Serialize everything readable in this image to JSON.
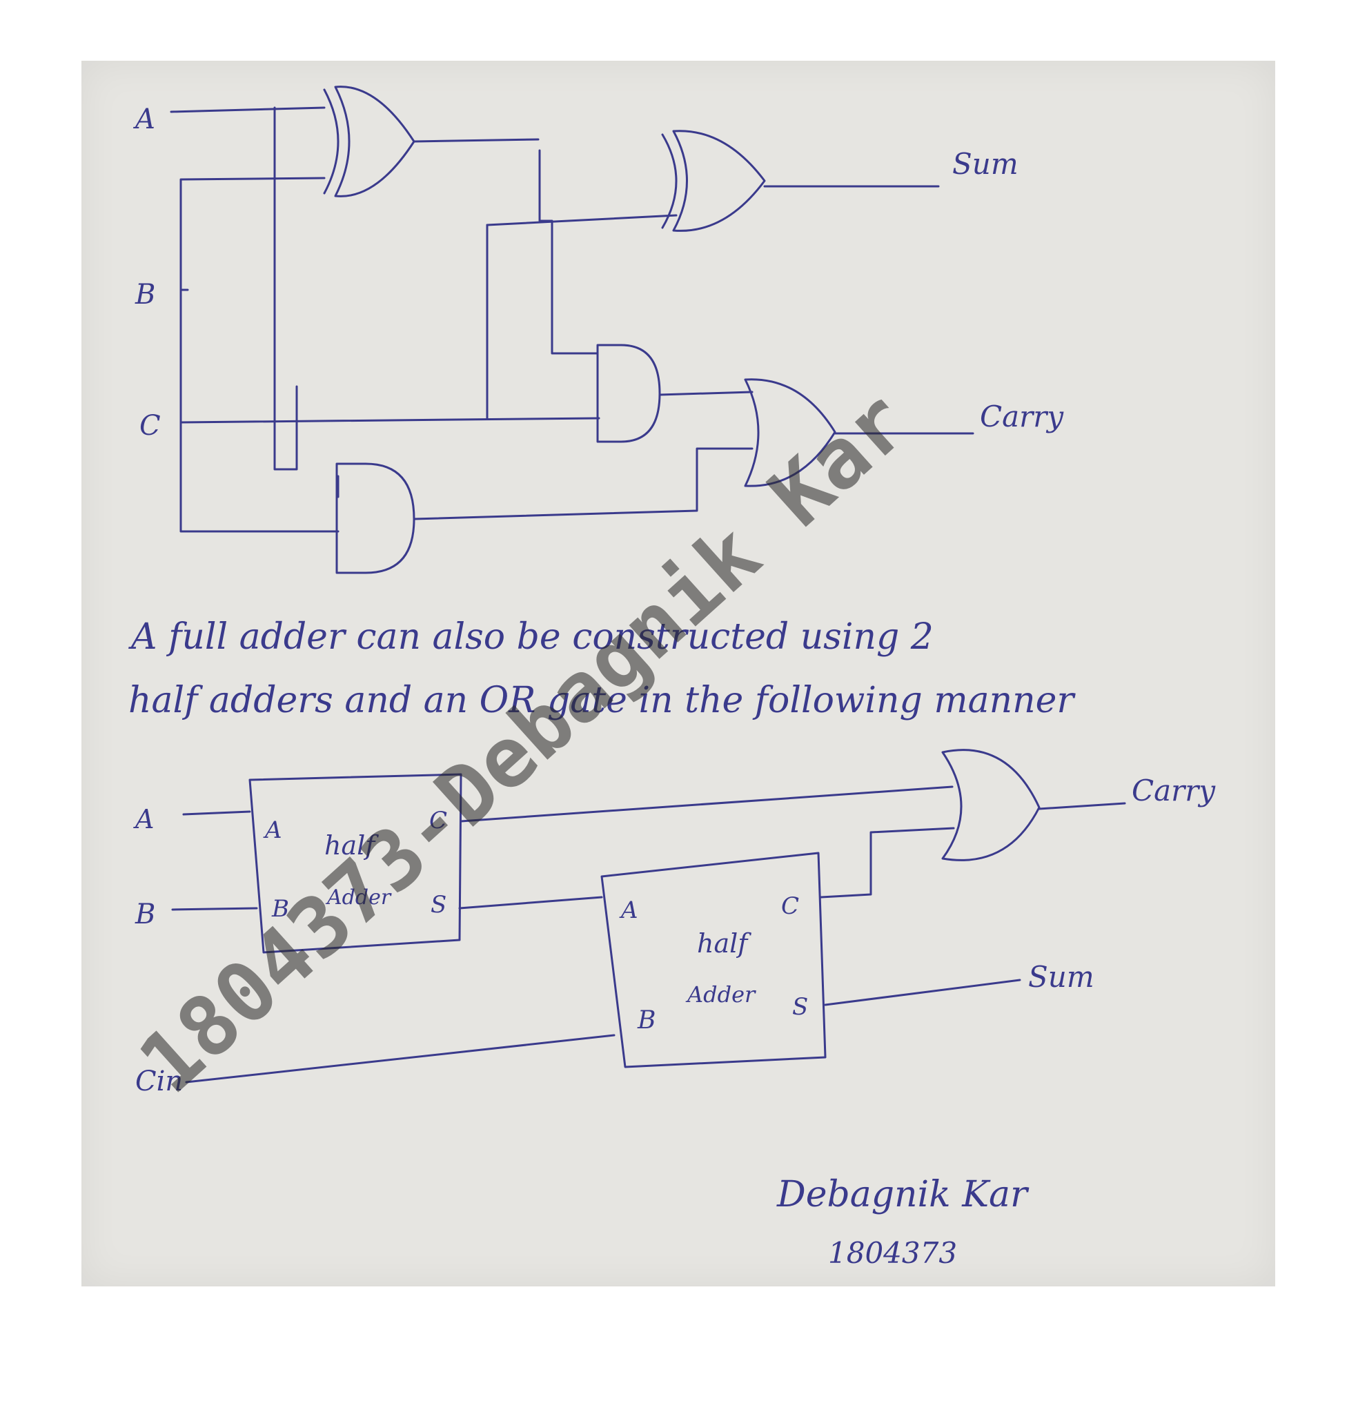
{
  "circuit1": {
    "inputs": [
      "A",
      "B",
      "C"
    ],
    "outputs": [
      "Sum",
      "Carry"
    ]
  },
  "note": {
    "line1": "A full adder can also be constructed using 2",
    "line2": "half adders and an OR gate in the following manner"
  },
  "circuit2": {
    "inputs": [
      "A",
      "B",
      "Cin"
    ],
    "outputs": [
      "Carry",
      "Sum"
    ],
    "half_adder_1": {
      "title_line1": "half",
      "title_line2": "Adder",
      "in_a": "A",
      "in_b": "B",
      "out_c": "C",
      "out_s": "S"
    },
    "half_adder_2": {
      "title_line1": "half",
      "title_line2": "Adder",
      "in_a": "A",
      "in_b": "B",
      "out_c": "C",
      "out_s": "S"
    }
  },
  "signature": {
    "name": "Debagnik Kar",
    "id": "1804373"
  },
  "watermark": "1804373-Debagnik Kar"
}
